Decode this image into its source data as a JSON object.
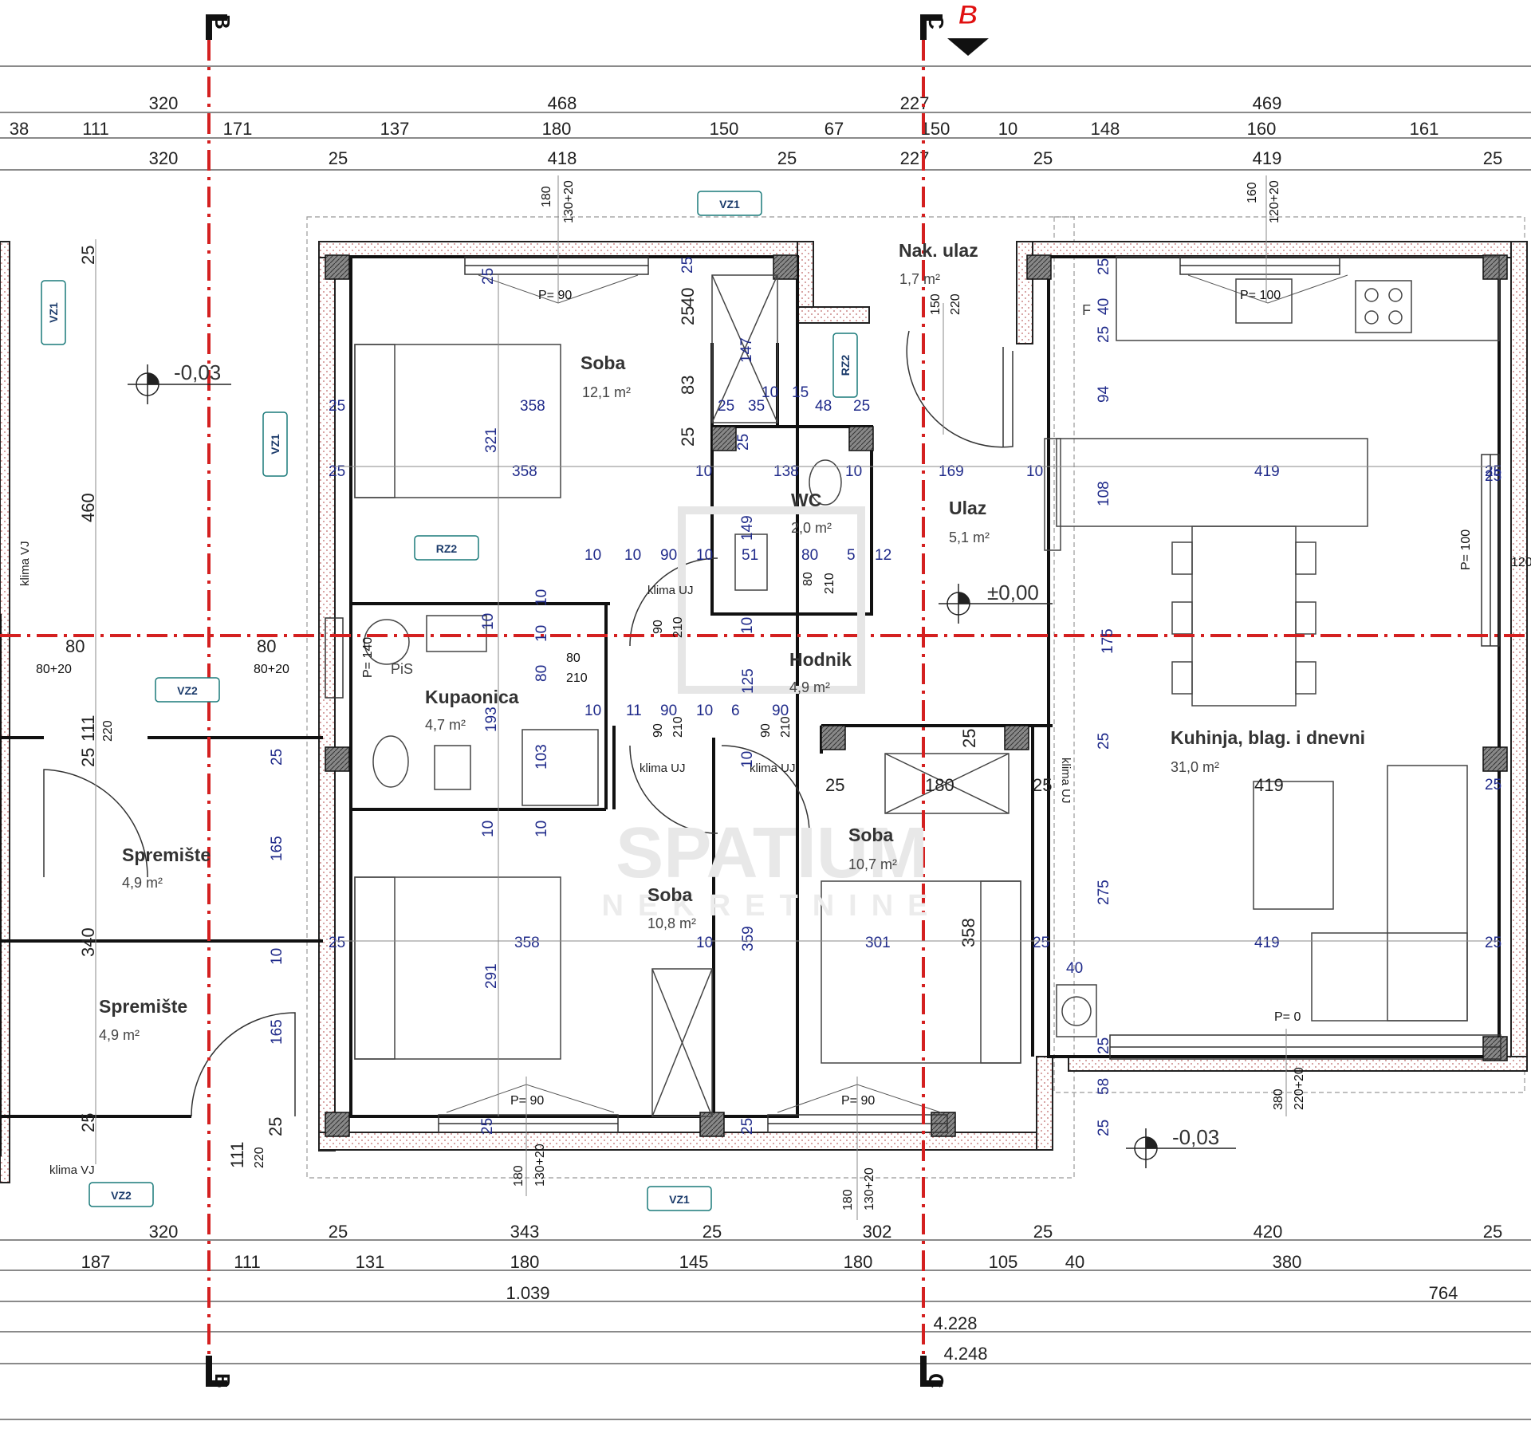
{
  "sections": {
    "b": "B",
    "c": "C",
    "marker": "B"
  },
  "dimensions": {
    "top_row1": [
      "320",
      "468",
      "227",
      "469"
    ],
    "top_row2": [
      "38",
      "111",
      "171",
      "137",
      "180",
      "150",
      "67",
      "150",
      "10",
      "148",
      "160",
      "161"
    ],
    "top_row3": [
      "320",
      "25",
      "418",
      "25",
      "227",
      "25",
      "419",
      "25"
    ],
    "bottom_row1": [
      "320",
      "25",
      "343",
      "25",
      "302",
      "25",
      "420",
      "25"
    ],
    "bottom_row2": [
      "187",
      "111",
      "131",
      "180",
      "145",
      "180",
      "105",
      "40",
      "380"
    ],
    "bottom_row3": [
      "1.039",
      "764"
    ],
    "bottom_total1": "4.228",
    "bottom_total2": "4.248"
  },
  "rooms": {
    "soba1": {
      "name": "Soba",
      "area": "12,1 m²"
    },
    "nak_ulaz": {
      "name": "Nak. ulaz",
      "area": "1,7 m²"
    },
    "wc": {
      "name": "WC",
      "area": "2,0 m²"
    },
    "ulaz": {
      "name": "Ulaz",
      "area": "5,1 m²"
    },
    "hodnik": {
      "name": "Hodnik",
      "area": "4,9 m²"
    },
    "kupaonica": {
      "name": "Kupaonica",
      "area": "4,7 m²"
    },
    "kuhinja": {
      "name": "Kuhinja, blag. i dnevni",
      "area": "31,0 m²"
    },
    "spremiste1": {
      "name": "Spremište",
      "area": "4,9 m²"
    },
    "spremiste2": {
      "name": "Spremište",
      "area": "4,9 m²"
    },
    "soba2": {
      "name": "Soba",
      "area": "10,8 m²"
    },
    "soba3": {
      "name": "Soba",
      "area": "10,7 m²"
    }
  },
  "levels": {
    "l1": "-0,03",
    "l2": "±0,00",
    "l3": "-0,03"
  },
  "tags": {
    "vz1": "VZ1",
    "vz2": "VZ2",
    "rz2": "RZ2",
    "klima_uj": "klima UJ",
    "klima_vj": "klima VJ",
    "pis": "PiS",
    "f": "F"
  },
  "sills": {
    "p90": "P= 90",
    "p100": "P= 100",
    "p0": "P= 0",
    "p140": "P= 140",
    "p100v": "P= 100"
  },
  "inner_dims": {
    "d358": "358",
    "d321": "321",
    "d25": "25",
    "d147": "147",
    "d35": "35",
    "d10": "10",
    "d15": "15",
    "d48": "48",
    "d138": "138",
    "d169": "169",
    "d419": "419",
    "d108": "108",
    "d94": "94",
    "d40": "40",
    "d83": "83",
    "d90": "90",
    "d51": "51",
    "d80": "80",
    "d5": "5",
    "d12": "12",
    "d149": "149",
    "d210": "210",
    "d193": "193",
    "d103": "103",
    "d11": "11",
    "d6": "6",
    "d175": "175",
    "d125": "125",
    "d180": "180",
    "d301": "301",
    "d291": "291",
    "d359": "359",
    "d275": "275",
    "d460": "460",
    "d340": "340",
    "d165": "165",
    "d111": "111",
    "d220": "220",
    "d58": "58",
    "d120": "120",
    "d80_20": "80+20",
    "d130_20": "130+20",
    "d120_20": "120+20",
    "d160": "160",
    "d220_20": "220+20",
    "d380": "380",
    "d150": "150"
  },
  "watermark": {
    "brand": "SPATIUM",
    "sub": "NEKRETNINE"
  }
}
